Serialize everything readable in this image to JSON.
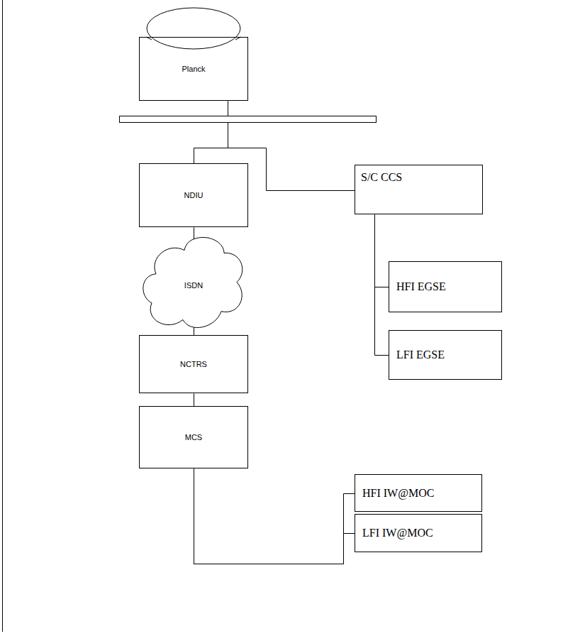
{
  "diagram": {
    "nodes": [
      {
        "text": [
          "Planck"
        ]
      },
      {
        "text": [
          "NDIU"
        ]
      },
      {
        "text": [
          "S/C CCS"
        ]
      },
      {
        "text": [
          "ISDN"
        ]
      },
      {
        "text": [
          "HFI EGSE"
        ]
      },
      {
        "text": [
          "LFI EGSE"
        ]
      },
      {
        "text": [
          "NCTRS"
        ]
      },
      {
        "text": [
          "MCS"
        ]
      },
      {
        "text": [
          "HFI IW@MOC"
        ]
      },
      {
        "text": [
          "LFI IW@MOC"
        ]
      }
    ],
    "edges": [
      {
        "from": 0,
        "to": 1,
        "arrow": "none"
      },
      {
        "from": 0,
        "to": 2,
        "arrow": "none"
      },
      {
        "from": 1,
        "to": 3,
        "arrow": "none"
      },
      {
        "from": 2,
        "to": 4,
        "arrow": "none"
      },
      {
        "from": 2,
        "to": 5,
        "arrow": "none"
      },
      {
        "from": 3,
        "to": 6,
        "arrow": "none"
      },
      {
        "from": 6,
        "to": 7,
        "arrow": "none"
      },
      {
        "from": 7,
        "to": 8,
        "arrow": "none"
      },
      {
        "from": 7,
        "to": 9,
        "arrow": "none"
      }
    ]
  }
}
